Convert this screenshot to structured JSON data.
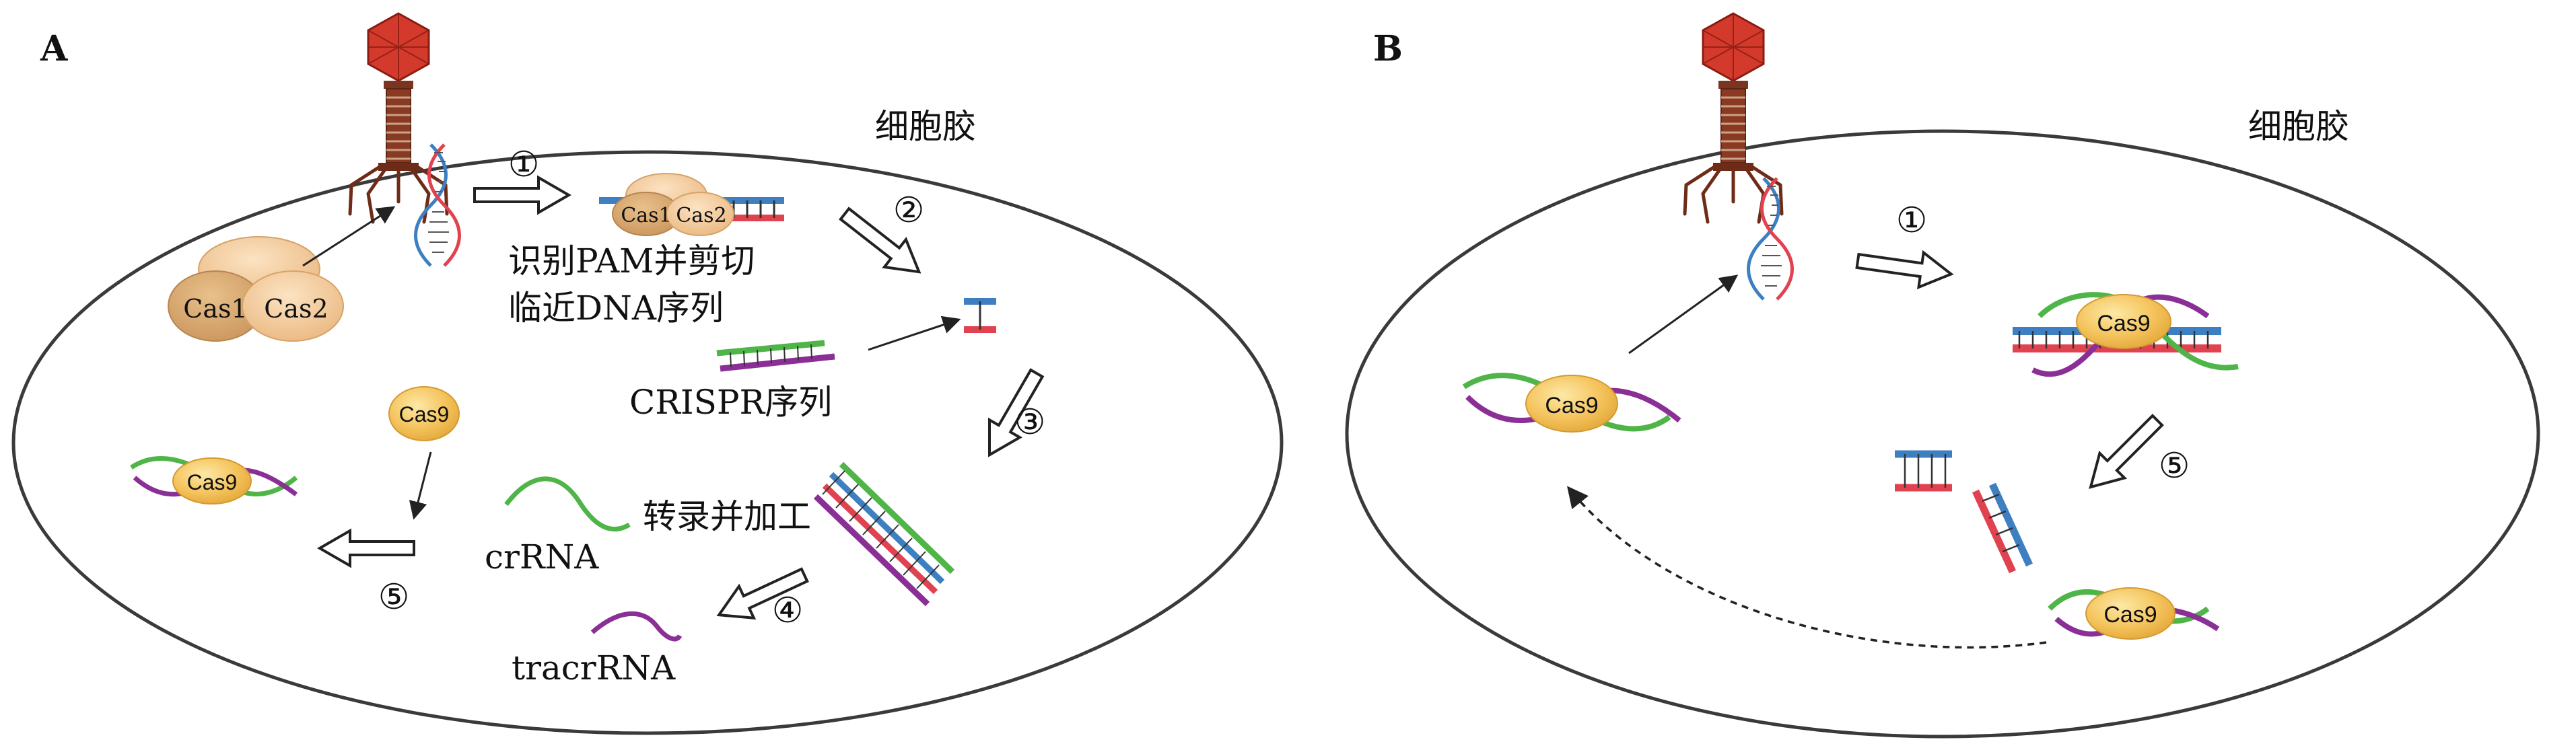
{
  "panel_a": {
    "letter": "A",
    "region": "细胞胶",
    "cas1": "Cas1",
    "cas2": "Cas2",
    "cas9": "Cas9",
    "step1": "①",
    "step2": "②",
    "step3": "③",
    "step4": "④",
    "step5": "⑤",
    "recognize_line1": "识别PAM并剪切",
    "recognize_line2": "临近DNA序列",
    "crispr": "CRISPR序列",
    "transcribe": "转录并加工",
    "crrna": "crRNA",
    "tracrrna": "tracrRNA"
  },
  "panel_b": {
    "letter": "B",
    "region": "细胞胶",
    "cas9": "Cas9",
    "step1": "①",
    "step5": "⑤"
  },
  "colors": {
    "strand_blue": "#3d7fc1",
    "strand_red": "#e0424f",
    "crrna_green": "#4fb548",
    "tracr_purple": "#8a2f96",
    "protein": "#f2c35f",
    "cas_light": "#f5d0a0",
    "phage_head": "#d9382b",
    "phage_body": "#7a3520"
  }
}
